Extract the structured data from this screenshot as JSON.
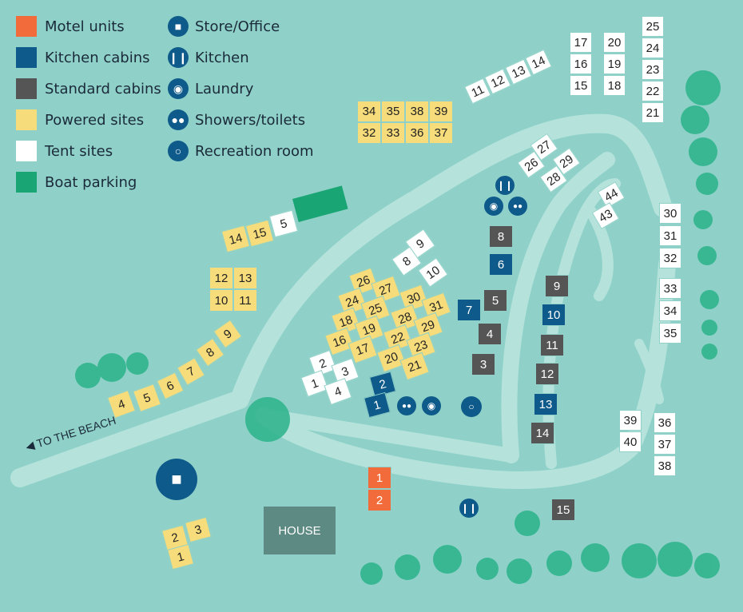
{
  "legend": {
    "types": [
      {
        "key": "motel",
        "label": "Motel units",
        "color": "#f26b3a"
      },
      {
        "key": "kitchen",
        "label": "Kitchen cabins",
        "color": "#0e5a8a"
      },
      {
        "key": "standard",
        "label": "Standard cabins",
        "color": "#555555"
      },
      {
        "key": "powered",
        "label": "Powered sites",
        "color": "#f6dc7b"
      },
      {
        "key": "tent",
        "label": "Tent sites",
        "color": "#ffffff"
      },
      {
        "key": "boat",
        "label": "Boat parking",
        "color": "#1aa574"
      }
    ],
    "facilities": [
      {
        "icon": "store-office-icon",
        "label": "Store/Office"
      },
      {
        "icon": "kitchen-icon",
        "label": "Kitchen"
      },
      {
        "icon": "laundry-icon",
        "label": "Laundry"
      },
      {
        "icon": "showers-toilets-icon",
        "label": "Showers/toilets"
      },
      {
        "icon": "recreation-room-icon",
        "label": "Recreation room"
      }
    ]
  },
  "labels": {
    "house": "HOUSE",
    "beach": "TO THE BEACH"
  },
  "sites": {
    "tent": [
      "17",
      "20",
      "25",
      "16",
      "19",
      "24",
      "15",
      "18",
      "23",
      "22",
      "21",
      "11",
      "12",
      "13",
      "14",
      "27",
      "29",
      "26",
      "28",
      "44",
      "43",
      "30",
      "31",
      "32",
      "33",
      "34",
      "35",
      "9",
      "8",
      "10",
      "5",
      "2",
      "3",
      "1",
      "4",
      "39",
      "36",
      "40",
      "37",
      "38"
    ],
    "powered": [
      "34",
      "35",
      "38",
      "39",
      "32",
      "33",
      "36",
      "37",
      "14",
      "15",
      "12",
      "13",
      "10",
      "11",
      "26",
      "27",
      "24",
      "25",
      "30",
      "31",
      "18",
      "19",
      "28",
      "29",
      "16",
      "17",
      "22",
      "23",
      "20",
      "21",
      "9",
      "8",
      "7",
      "6",
      "5",
      "4",
      "2",
      "3",
      "1"
    ],
    "kitchen": [
      "6",
      "7",
      "10",
      "13",
      "2",
      "1"
    ],
    "standard": [
      "8",
      "5",
      "9",
      "4",
      "11",
      "3",
      "12",
      "14",
      "15"
    ],
    "motel": [
      "1",
      "2"
    ]
  }
}
